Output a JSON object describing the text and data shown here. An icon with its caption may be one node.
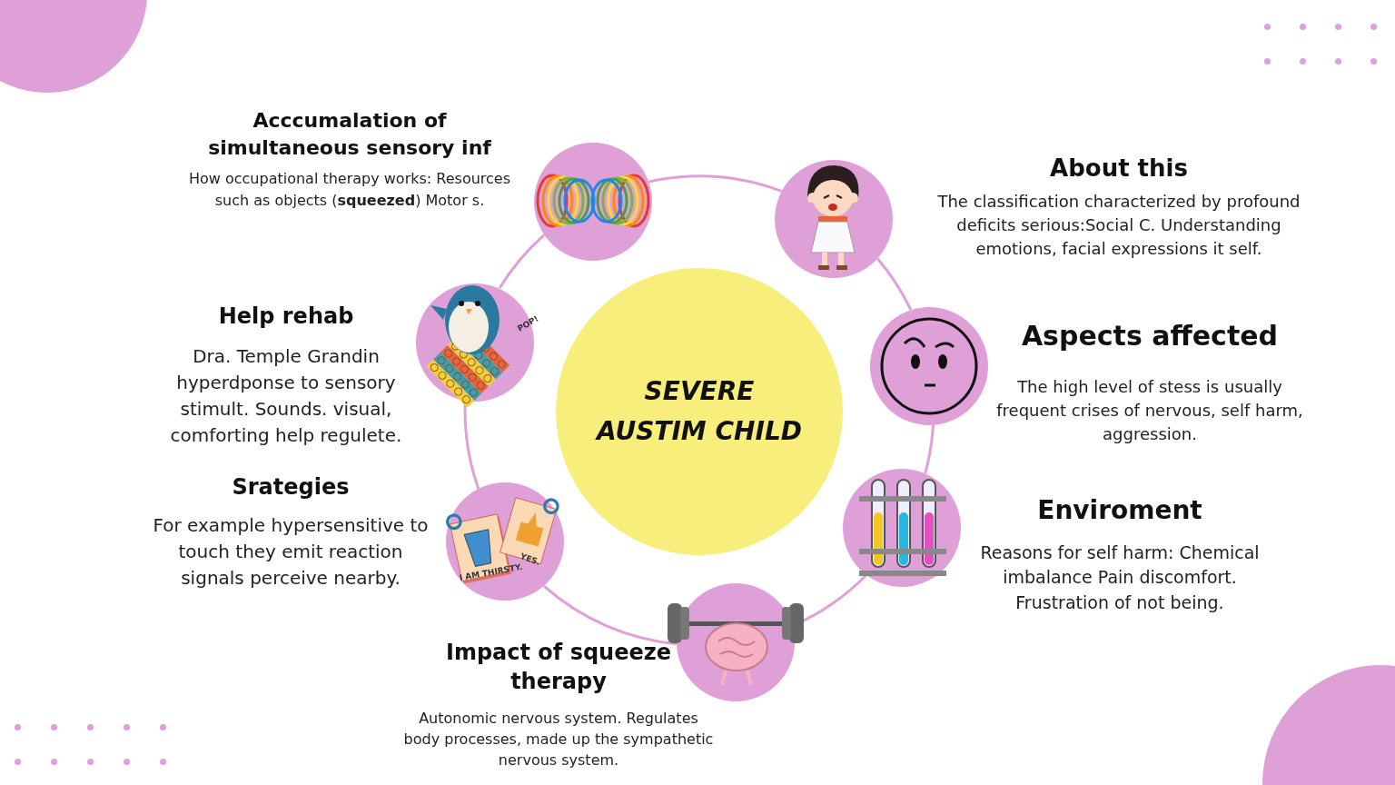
{
  "diagram": {
    "nodes": [
      {
        "text": [
          "SEVERE AUSTIM CHILD"
        ]
      },
      {
        "text": [],
        "shape": "picture",
        "beside": [
          "Acccumalation of simultaneous sensory inf",
          "How occupational therapy works: Resources such as objects (**squeezed**) Motor s."
        ]
      },
      {
        "text": [],
        "shape": "picture",
        "beside": [
          "About this",
          "The classification characterized by profound deficits serious:Social C. Understanding emotions, facial expressions it self."
        ]
      },
      {
        "text": [],
        "shape": "picture",
        "beside": [
          "Help rehab",
          "Dra. Temple Grandin hyperdponse to sensory stimult. Sounds. visual, comforting help regulete."
        ]
      },
      {
        "text": [],
        "shape": "picture",
        "beside": [
          "Aspects affected",
          "The high level of stess is usually frequent crises of nervous, self harm, aggression."
        ]
      },
      {
        "text": [],
        "shape": "picture",
        "beside": [
          "Srategies",
          "For example hypersensitive to touch they emit reaction signals perceive nearby."
        ]
      },
      {
        "text": [],
        "shape": "picture",
        "beside": [
          "Enviroment",
          "Reasons for self harm: Chemical imbalance Pain discomfort.  Frustration of not being."
        ]
      },
      {
        "text": [],
        "shape": "picture",
        "beside": [
          "Impact of squeeze therapy",
          "Autonomic nervous system. Regulates body processes, made  up the sympathetic nervous system."
        ]
      }
    ],
    "edges": [
      {
        "from": 1,
        "to": 2,
        "arrow": "none"
      },
      {
        "from": 2,
        "to": 4,
        "arrow": "none"
      },
      {
        "from": 4,
        "to": 6,
        "arrow": "none"
      },
      {
        "from": 6,
        "to": 7,
        "arrow": "none"
      },
      {
        "from": 7,
        "to": 5,
        "arrow": "none"
      },
      {
        "from": 5,
        "to": 3,
        "arrow": "none"
      },
      {
        "from": 3,
        "to": 1,
        "arrow": "none"
      }
    ],
    "labels": [
      "POP!",
      "I AM THIRSTY.",
      "YES."
    ]
  }
}
